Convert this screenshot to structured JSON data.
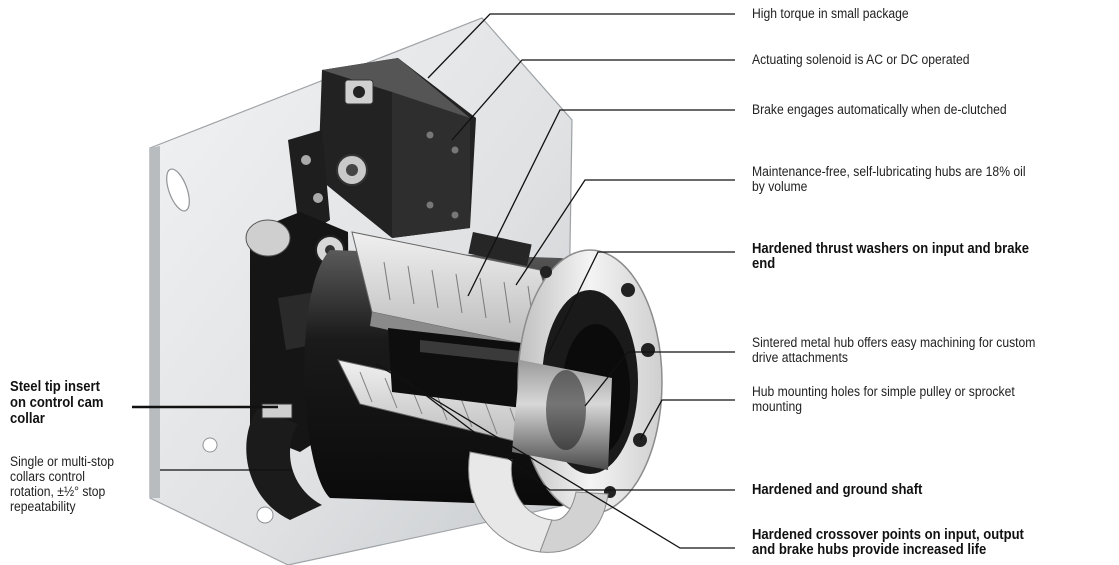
{
  "callouts": {
    "high_torque": "High torque in small package",
    "solenoid": "Actuating solenoid is AC or DC operated",
    "brake_engages": "Brake engages automatically when de-clutched",
    "hubs_line1": "Maintenance-free, self-lubricating hubs are 18% oil",
    "hubs_line2": "by volume",
    "thrust_line1": "Hardened thrust washers on input and brake",
    "thrust_line2": "end",
    "sintered_line1": "Sintered metal hub offers easy machining for custom",
    "sintered_line2": "drive attachments",
    "mounting_line1": "Hub mounting holes for simple pulley or sprocket",
    "mounting_line2": "mounting",
    "shaft": "Hardened and ground shaft",
    "crossover_line1": "Hardened crossover points on input, output",
    "crossover_line2": "and brake hubs provide increased life",
    "steel_tip_line1": "Steel tip insert",
    "steel_tip_line2": "on control cam",
    "steel_tip_line3": "collar",
    "collars_line1": "Single or multi-stop",
    "collars_line2": "collars control",
    "collars_line3": "rotation, ±½° stop",
    "collars_line4": "repeatability"
  },
  "colors": {
    "plate": "#e6e8ea",
    "housing": "#1c1c1c",
    "metal_light": "#dcdcdc",
    "metal_mid": "#a9a9a9",
    "ink": "#111111"
  }
}
